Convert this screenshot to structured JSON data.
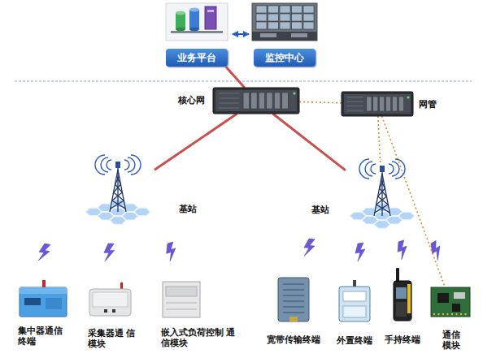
{
  "diagram": {
    "nodes": [
      {
        "text": [
          "业务平台"
        ]
      },
      {
        "text": [
          "监控中心"
        ]
      },
      {
        "text": [
          "核心网"
        ]
      },
      {
        "text": [
          "网管"
        ]
      },
      {
        "text": [
          "基站"
        ]
      },
      {
        "text": [
          "基站"
        ]
      },
      {
        "text": [
          "集中器通信 终端"
        ]
      },
      {
        "text": [
          "采集器通 信模块"
        ]
      },
      {
        "text": [
          "嵌入式负荷控制 通信模块"
        ]
      },
      {
        "text": [
          "宽带传输终端"
        ]
      },
      {
        "text": [
          "外置终端"
        ]
      },
      {
        "text": [
          "手持终端"
        ]
      },
      {
        "text": [
          "通信 模块"
        ]
      }
    ],
    "edges": [
      {
        "from": 0,
        "to": 1,
        "arrow": "both"
      },
      {
        "from": 0,
        "to": 2,
        "arrow": "none"
      },
      {
        "from": 2,
        "to": 3,
        "arrow": "none"
      },
      {
        "from": 2,
        "to": 4,
        "arrow": "none"
      },
      {
        "from": 2,
        "to": 5,
        "arrow": "none"
      },
      {
        "from": 3,
        "to": 5,
        "arrow": "none"
      },
      {
        "from": 3,
        "to": 12,
        "arrow": "none"
      }
    ]
  }
}
